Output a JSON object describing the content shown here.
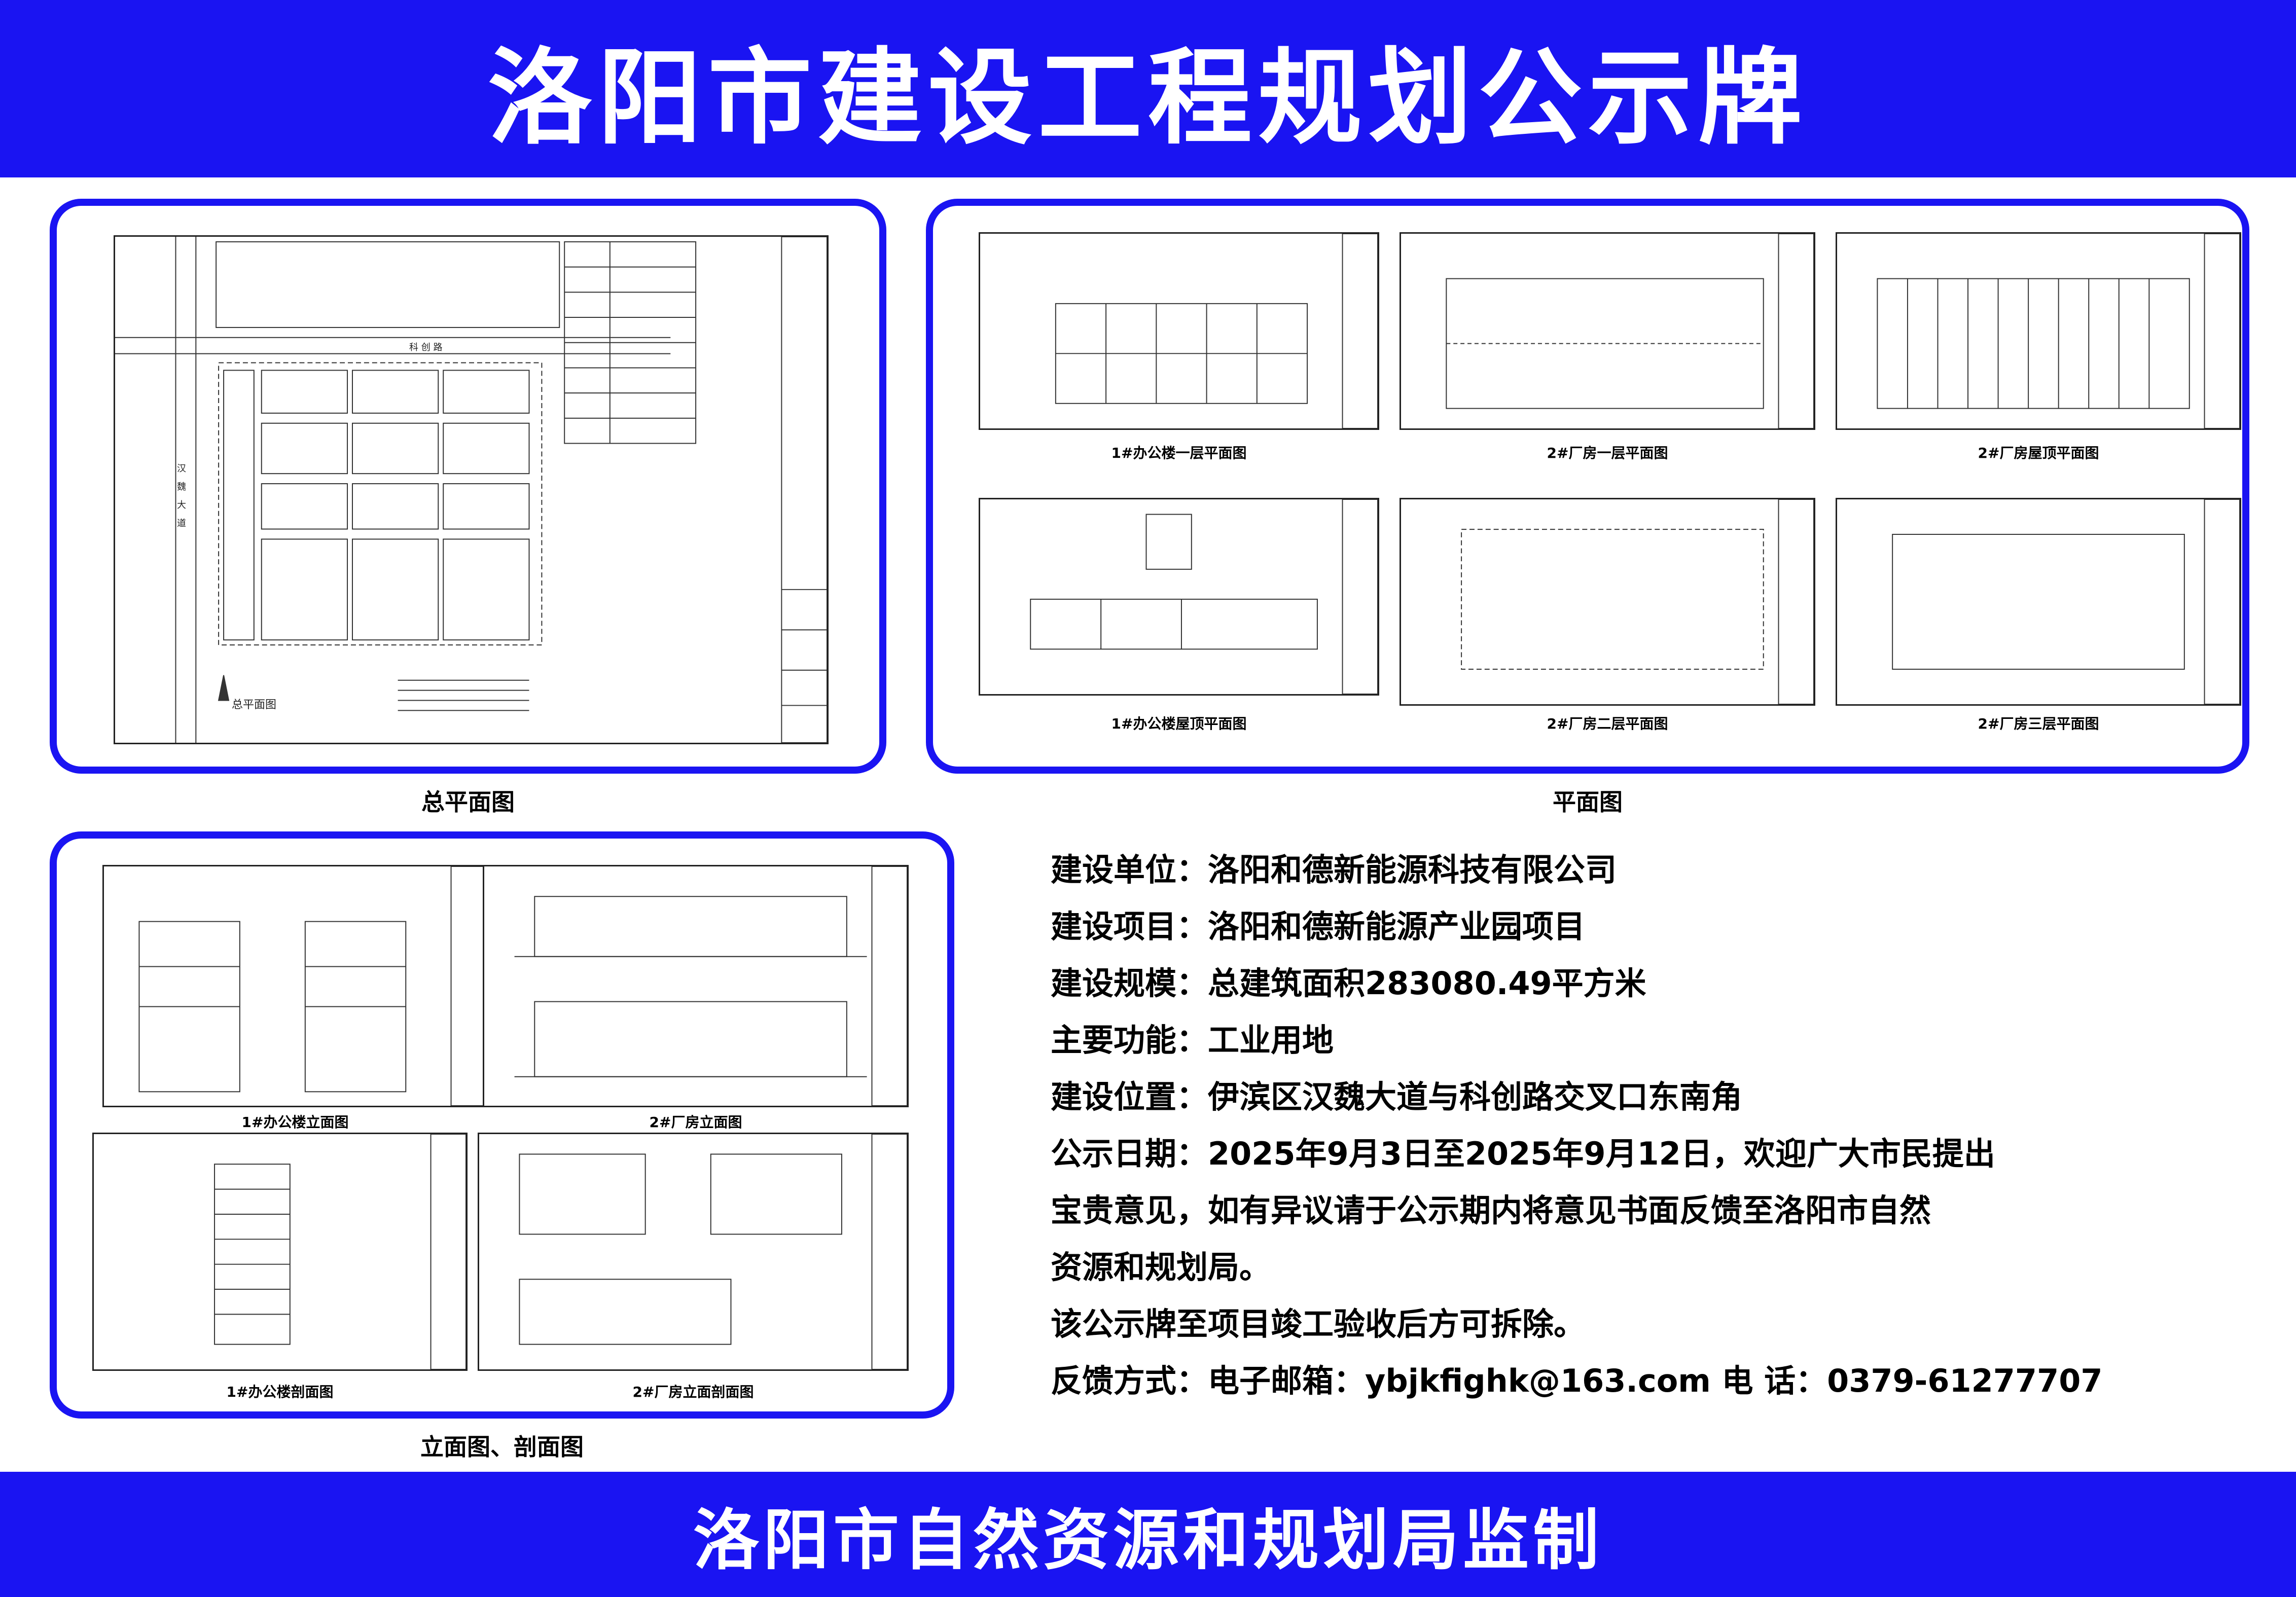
{
  "header": {
    "title": "洛阳市建设工程规划公示牌"
  },
  "footer": {
    "supervisor": "洛阳市自然资源和规划局监制"
  },
  "master_plan": {
    "section_label": "总平面图",
    "drawing_caption": "总平面图",
    "road_east_west": "科 创 路",
    "road_north_south": "汉 魏 大 道"
  },
  "floor_plans": {
    "section_label": "平面图",
    "sheets": [
      {
        "caption": "1#办公楼一层平面图"
      },
      {
        "caption": "2#厂房一层平面图"
      },
      {
        "caption": "2#厂房屋顶平面图"
      },
      {
        "caption": "1#办公楼屋顶平面图"
      },
      {
        "caption": "2#厂房二层平面图"
      },
      {
        "caption": "2#厂房三层平面图"
      }
    ]
  },
  "elevations": {
    "section_label": "立面图、剖面图",
    "sheets": [
      {
        "caption": "1#办公楼立面图"
      },
      {
        "caption": "2#厂房立面图"
      },
      {
        "caption": "1#办公楼剖面图"
      },
      {
        "caption": "2#厂房立面剖面图"
      }
    ]
  },
  "info": {
    "builder": "建设单位：洛阳和德新能源科技有限公司",
    "project": "建设项目：洛阳和德新能源产业园项目",
    "scale": "建设规模：总建筑面积283080.49平方米",
    "function": "主要功能：工业用地",
    "location": "建设位置：伊滨区汉魏大道与科创路交叉口东南角",
    "notice_line1": "公示日期：2025年9月3日至2025年9月12日，欢迎广大市民提出",
    "notice_line2": "宝贵意见，如有异议请于公示期内将意见书面反馈至洛阳市自然",
    "notice_line3": "资源和规划局。",
    "removal": "该公示牌至项目竣工验收后方可拆除。",
    "contact": "反馈方式：电子邮箱：ybjkfighk@163.com  电 话：0379-61277707"
  },
  "colors": {
    "brand_blue": "#1a14f2"
  }
}
